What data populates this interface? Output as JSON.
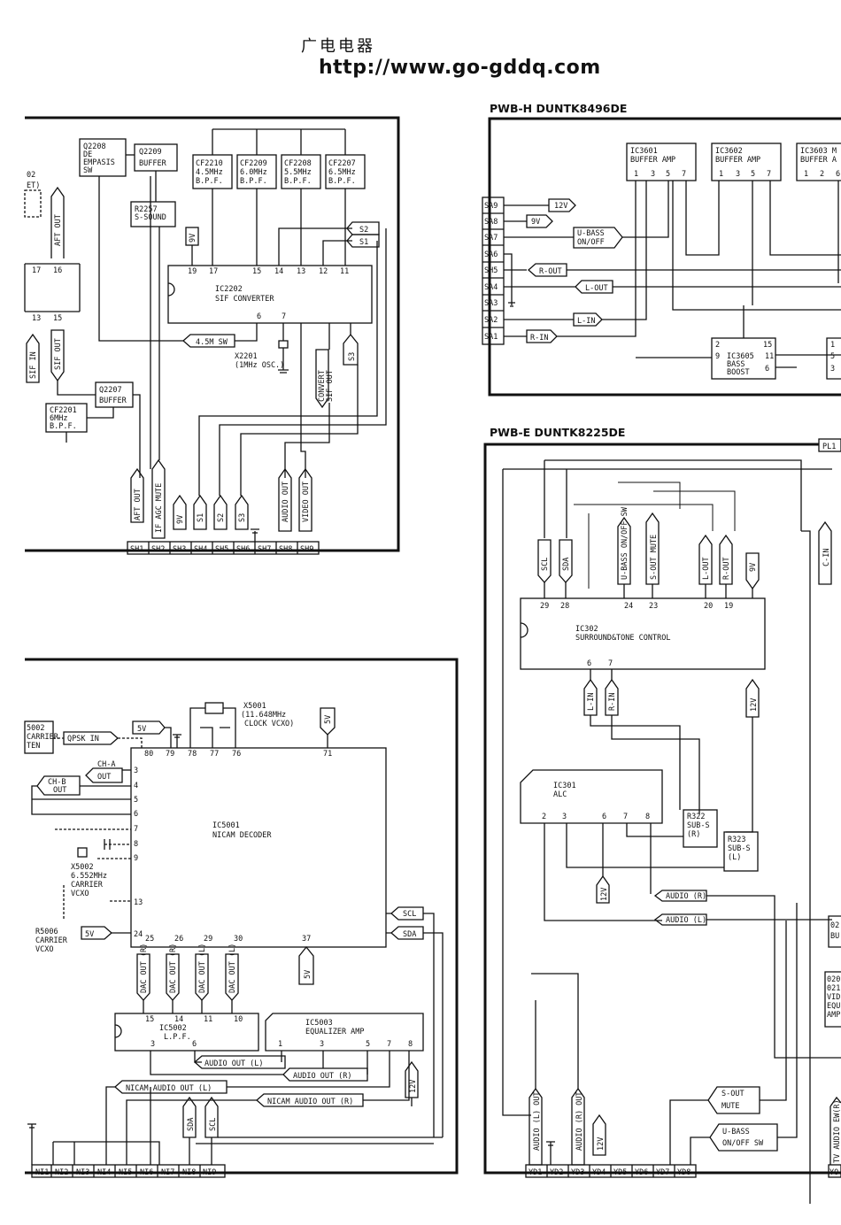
{
  "header": {
    "site_cn": "广电电器",
    "site_url": "http://www.go-gddq.com"
  },
  "boards": {
    "pwb_h": {
      "title": "PWB-H  DUNTK8496DE"
    },
    "pwb_e": {
      "title": "PWB-E  DUNTK8225DE",
      "plug": "PL1"
    }
  },
  "sif": {
    "q2208": "Q2208",
    "q2208_l1": "DE",
    "q2208_l2": "EMPASIS",
    "q2208_l3": "SW",
    "q2209": "Q2209",
    "q2209_l1": "BUFFER",
    "r2257": "R2257",
    "r2257_l1": "S-SOUND",
    "cf2210": "CF2210",
    "cf2210_f": "4.5MHz",
    "cf2210_t": "B.P.F.",
    "cf2209": "CF2209",
    "cf2209_f": "6.0MHz",
    "cf2209_t": "B.P.F.",
    "cf2208": "CF2208",
    "cf2208_f": "5.5MHz",
    "cf2208_t": "B.P.F.",
    "cf2207": "CF2207",
    "cf2207_f": "6.5MHz",
    "cf2207_t": "B.P.F.",
    "ic2202": "IC2202",
    "ic2202_l1": "SIF CONVERTER",
    "x2201": "X2201",
    "x2201_l1": "(1MHz OSC.)",
    "q2207": "Q2207",
    "q2207_l1": "BUFFER",
    "cf2201": "CF2201",
    "cf2201_f": "6MHz",
    "cf2201_t": "B.P.F.",
    "sw45": "4.5M SW",
    "aft_out": "AFT OUT",
    "sif_out": "SIF OUT",
    "sif_in": "SIF IN",
    "convert": "CONVERT",
    "convert2": "SIF OUT",
    "s1": "S1",
    "s2": "S2",
    "s3": "S3",
    "v9": "9V",
    "frag_02": "02",
    "frag_et": "ET)",
    "conn_pins": [
      "SH1",
      "SH2",
      "SH3",
      "SH4",
      "SH5",
      "SH6",
      "SH7",
      "SH8",
      "SH9"
    ],
    "conn_labels": [
      "AFT OUT",
      "IF AGC MUTE",
      "9V",
      "S1",
      "S2",
      "S3",
      "",
      "AUDIO OUT",
      "VIDEO OUT"
    ],
    "ic_pins": [
      "19",
      "17",
      "15",
      "14",
      "13",
      "12",
      "11",
      "6",
      "7"
    ],
    "left_pins": [
      "17",
      "16",
      "13",
      "15"
    ]
  },
  "nicam": {
    "ic5001": "IC5001",
    "ic5001_l1": "NICAM DECODER",
    "x5001": "X5001",
    "x5001_l1": "(11.648MHz",
    "x5001_l2": "CLOCK VCXO)",
    "x5002": "X5002",
    "x5002_l1": "6.552MHz",
    "x5002_l2": "CARRIER",
    "x5002_l3": "VCXO",
    "r5006": "R5006",
    "r5006_l1": "CARRIER",
    "r5006_l2": "VCXO",
    "frag_5002": "5002",
    "frag_carrier": "CARRIER",
    "frag_ten": "TEN",
    "qpsk": "QPSK IN",
    "cha": "CH-A",
    "cha2": "OUT",
    "chb": "CH-B",
    "chb2": "OUT",
    "v5": "5V",
    "scl": "SCL",
    "sda": "SDA",
    "ic5002": "IC5002",
    "ic5002_l1": "L.P.F.",
    "ic5003": "IC5003",
    "ic5003_l1": "EQUALIZER AMP",
    "audio_l": "AUDIO OUT (L)",
    "audio_r": "AUDIO OUT (R)",
    "nicam_l": "NICAM AUDIO OUT (L)",
    "nicam_r": "NICAM AUDIO OUT (R)",
    "v12": "12V",
    "dac": [
      "DAC OUT (R)",
      "DAC OUT (R)",
      "DAC OUT (L)",
      "DAC OUT (L)"
    ],
    "conn_pins": [
      "NI1",
      "NI2",
      "NI3",
      "NI4",
      "NI5",
      "NI6",
      "NI7",
      "NI8",
      "NI9",
      "NI10"
    ]
  },
  "pwbh": {
    "ic3601": "IC3601",
    "ic3601_l1": "BUFFER AMP",
    "ic3602": "IC3602",
    "ic3602_l1": "BUFFER AMP",
    "ic3603": "IC3603 M",
    "ic3603_l1": "BUFFER A",
    "ic3605": "IC3605",
    "ic3605_l1": "BASS",
    "ic3605_l2": "BOOST",
    "pins": [
      "SA9",
      "SA8",
      "SA7",
      "SA6",
      "SH5",
      "SA4",
      "SA3",
      "SA2",
      "SA1"
    ],
    "v12": "12V",
    "v9": "9V",
    "ubass": "U-BASS",
    "ubass2": "ON/OFF",
    "rout": "R-OUT",
    "lout": "L-OUT",
    "lin": "L-IN",
    "rin": "R-IN"
  },
  "pwbe": {
    "ic302": "IC302",
    "ic302_l1": "SURROUND&TONE CONTROL",
    "ic301": "IC301",
    "ic301_l1": "ALC",
    "r322": "R322",
    "r322_l1": "SUB-S",
    "r322_l2": "(R)",
    "r323": "R323",
    "r323_l1": "SUB-S",
    "r323_l2": "(L)",
    "scl": "SCL",
    "sda": "SDA",
    "ubass_sw": "U-BASS ON/OFF SW",
    "sout_mute": "S-OUT MUTE",
    "lout": "L-OUT",
    "rout": "R-OUT",
    "v9": "9V",
    "cin": "C-IN",
    "lin": "L-IN",
    "rin": "R-IN",
    "v12": "12V",
    "audio_r": "AUDIO (R)",
    "audio_l": "AUDIO (L)",
    "sout": "S-OUT",
    "mute": "MUTE",
    "ubass": "U-BASS",
    "onoff": "ON/OFF SW",
    "audio_l_out": "AUDIO (L) OUT",
    "audio_r_out": "AUDIO (R) OUT",
    "tv_audio": "TV AUDIO EW(R)",
    "frag_02": "02",
    "frag_bu": "BU",
    "frag_020": "020",
    "frag_021": "021",
    "frag_vide": "VIDE",
    "frag_equ": "EQU",
    "frag_amp": "AMP",
    "frag_yo": "YO",
    "pins": [
      "YD1",
      "YD2",
      "YD3",
      "YD4",
      "YD5",
      "YD6",
      "YD7",
      "YD8"
    ],
    "ic302_pins": [
      "29",
      "28",
      "24",
      "23",
      "20",
      "19",
      "6",
      "7"
    ],
    "ic301_pins": [
      "2",
      "3",
      "6",
      "7",
      "8"
    ]
  }
}
